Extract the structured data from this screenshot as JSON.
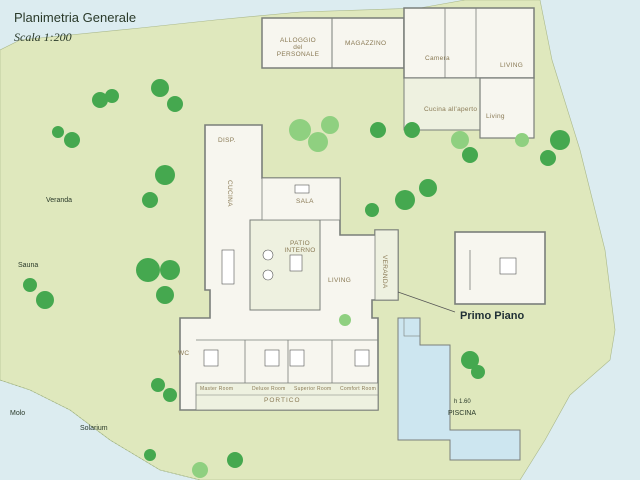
{
  "title": "Planimetria Generale",
  "scale": "Scala 1:200",
  "rooms": {
    "alloggio": "ALLOGGIO\ndel PERSONALE",
    "magazzino": "MAGAZZINO",
    "camera_fr": "Camera",
    "living_top": "LIVING",
    "cucina_aperto": "Cucina all'aperto",
    "living_small": "Living",
    "disp": "DISP.",
    "sala": "SALA",
    "patio": "PATIO\nINTERNO",
    "living_main": "LIVING",
    "veranda_v": "VERANDA",
    "cucina_v": "CUCINA",
    "wc": "WC",
    "portico": "PORTICO",
    "bed1": "Master Room",
    "bed2": "Deluxe Room",
    "bed3": "Superior Room",
    "bed4": "Comfort Room"
  },
  "site_labels": {
    "veranda": "Veranda",
    "sauna": "Sauna",
    "molo": "Molo",
    "solarium": "Solarium",
    "piscina": "PISCINA",
    "depth": "h 1.60"
  },
  "primo_piano": "Primo Piano",
  "colors": {
    "land": "#dde7b9",
    "water": "#d9ecf2",
    "pool": "#cbe6f1",
    "wall": "#7a7f7a",
    "tree": "#3fa84a",
    "tree_light": "#8ed07f",
    "text_room": "#8a7a55"
  }
}
